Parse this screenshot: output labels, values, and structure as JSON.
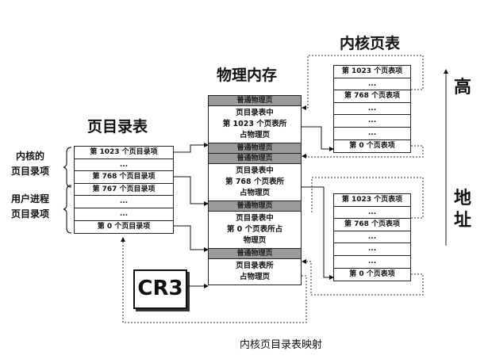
{
  "titles": {
    "page_directory": "页目录表",
    "physical_memory": "物理内存",
    "kernel_page_table": "内核页表",
    "caption": "内核页目录表映射"
  },
  "side_labels": {
    "kernel_entries": [
      "内核的",
      "页目录项"
    ],
    "user_entries": [
      "用户进程",
      "页目录项"
    ]
  },
  "page_directory": {
    "rows": [
      "第 1023 个页目录项",
      "...",
      "第 768 个页目录项",
      "第 767 个页目录项",
      "...",
      "...",
      "第 0 个页目录项"
    ]
  },
  "physical_memory": {
    "blocks": [
      {
        "type": "gray",
        "lines": [
          "普通物理页"
        ]
      },
      {
        "type": "white",
        "lines": [
          "页目录表中",
          "第 1023 个页表所",
          "占物理页"
        ]
      },
      {
        "type": "gray",
        "lines": [
          "普通物理页"
        ]
      },
      {
        "type": "gray",
        "lines": [
          "普通物理页"
        ]
      },
      {
        "type": "white",
        "lines": [
          "页目录表中",
          "第 768 个页表所",
          "占物理页"
        ]
      },
      {
        "type": "gray",
        "lines": [
          "普通物理页"
        ]
      },
      {
        "type": "white",
        "lines": [
          "页目录表中",
          "第 0 个页表所占",
          "物理页"
        ]
      },
      {
        "type": "gray",
        "lines": [
          "普通物理页"
        ]
      },
      {
        "type": "white",
        "lines": [
          "页目录表所",
          "占物理页"
        ]
      }
    ]
  },
  "kernel_page_table_top": {
    "rows": [
      "第 1023 个页表项",
      "...",
      "第 768 个页表项",
      "...",
      "...",
      "...",
      "第 0 个页表项"
    ]
  },
  "kernel_page_table_bottom": {
    "rows": [
      "第 1023 个页表项",
      "...",
      "第 768 个页表项",
      "...",
      "...",
      "...",
      "第 0 个页表项"
    ]
  },
  "cr3": {
    "label": "CR3"
  },
  "address_axis": {
    "high": "高",
    "addr1": "地",
    "addr2": "址"
  }
}
